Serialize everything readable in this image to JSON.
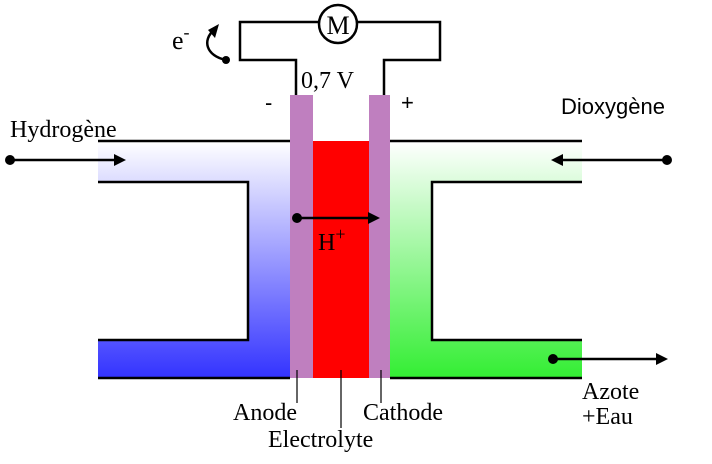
{
  "diagram": {
    "motor_label": "M",
    "voltage": "0,7 V",
    "electron": "e",
    "electron_sup": "-",
    "minus": "-",
    "plus": "+",
    "hydrogen_label": "Hydrogène",
    "oxygen_label": "Dioxygène",
    "proton": "H",
    "proton_sup": "+",
    "anode_label": "Anode",
    "electrolyte_label": "Electrolyte",
    "cathode_label": "Cathode",
    "exhaust_line1": "Azote",
    "exhaust_line2": "+Eau",
    "colors": {
      "hydrogen": "#3333ff",
      "oxygen": "#33ee33",
      "electrolyte": "#ff0000",
      "electrode": "#bf7fbf"
    }
  }
}
